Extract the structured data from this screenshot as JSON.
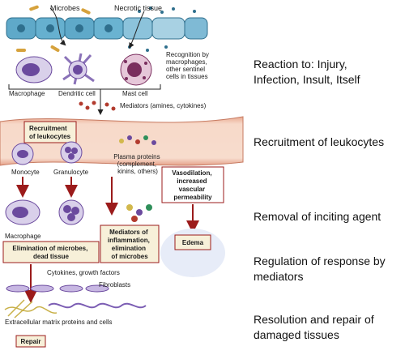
{
  "diagram": {
    "top": {
      "microbes": "Microbes",
      "necrotic_tissue": "Necrotic tissue",
      "recognition": [
        "Recognition by",
        "macrophages,",
        "other sentinel",
        "cells in tissues"
      ],
      "macrophage": "Macrophage",
      "dendritic_cell": "Dendritic cell",
      "mast_cell": "Mast cell",
      "mediators": "Mediators (amines, cytokines)"
    },
    "vessel": {
      "recruitment": [
        "Recruitment",
        "of leukocytes"
      ],
      "monocyte": "Monocyte",
      "granulocyte": "Granulocyte",
      "plasma_proteins": [
        "Plasma proteins",
        "(complement,",
        "kinins, others)"
      ],
      "vasodilation": [
        "Vasodilation,",
        "increased",
        "vascular",
        "permeability"
      ]
    },
    "lower": {
      "macrophage": "Macrophage",
      "elimination": [
        "Elimination of microbes,",
        "dead tissue"
      ],
      "mediators_inflammation": [
        "Mediators of",
        "inflammation,",
        "elimination",
        "of microbes"
      ],
      "edema": "Edema",
      "cytokines": "Cytokines, growth factors",
      "fibroblasts": "Fibroblasts",
      "ecm": "Extracellular matrix proteins and cells",
      "repair": "Repair"
    }
  },
  "steps": [
    {
      "lines": [
        "Reaction to: Injury,",
        "Infection, Insult, Itself"
      ]
    },
    {
      "lines": [
        "Recruitment of leukocytes"
      ]
    },
    {
      "lines": [
        "Removal of inciting agent"
      ]
    },
    {
      "lines": [
        "Regulation of response by",
        "mediators"
      ]
    },
    {
      "lines": [
        "Resolution and repair of",
        "damaged tissues"
      ]
    }
  ],
  "colors": {
    "arrow": "#9b1b1b",
    "box_border": "#9b1b1b",
    "vessel": "#f2c8b4",
    "epithelium": "#5fa9c9",
    "cell_purple": "#6b4a9e"
  }
}
